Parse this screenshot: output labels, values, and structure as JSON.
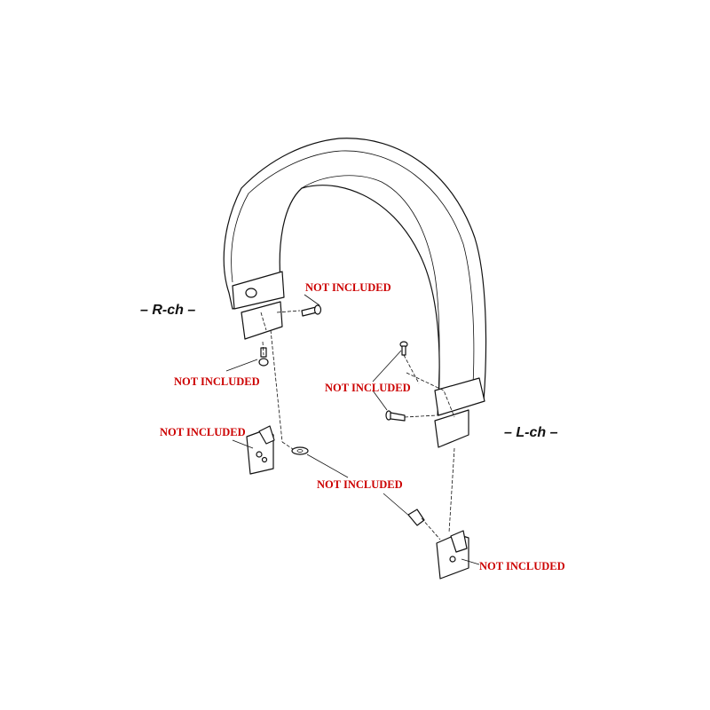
{
  "labels": {
    "right_channel": "– R-ch –",
    "left_channel": "– L-ch –"
  },
  "notes": {
    "screw_right_top": "NOT INCLUDED",
    "screw_right_lower": "NOT INCLUDED",
    "slider_right": "NOT INCLUDED",
    "washers": "NOT INCLUDED",
    "screws_left": "NOT INCLUDED",
    "slider_left": "NOT INCLUDED"
  },
  "colors": {
    "note_text": "#cc0000",
    "line": "#111111",
    "background": "#ffffff"
  }
}
